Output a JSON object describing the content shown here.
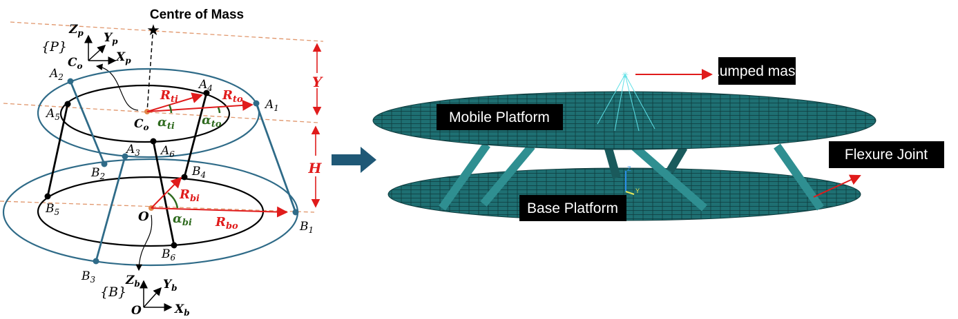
{
  "colors": {
    "blue": "#2f6b88",
    "red": "#e01b1b",
    "green": "#2f6b1f",
    "orange_dashed": "#e0956a",
    "mesh": "#1e6f72",
    "arrow_fill": "#1f5876"
  },
  "left_diagram": {
    "title": "Centre of Mass",
    "platform_frame": {
      "label": "{P}",
      "z": "Z",
      "z_sub": "p",
      "y": "Y",
      "y_sub": "p",
      "x": "X",
      "x_sub": "p",
      "origin": "C",
      "origin_sub": "o"
    },
    "base_frame": {
      "label": "{B}",
      "z": "Z",
      "z_sub": "b",
      "y": "Y",
      "y_sub": "b",
      "x": "X",
      "x_sub": "b",
      "origin": "O"
    },
    "points": [
      {
        "name": "A",
        "sub": "1"
      },
      {
        "name": "A",
        "sub": "2"
      },
      {
        "name": "A",
        "sub": "3"
      },
      {
        "name": "A",
        "sub": "4"
      },
      {
        "name": "A",
        "sub": "5"
      },
      {
        "name": "A",
        "sub": "6"
      },
      {
        "name": "B",
        "sub": "1"
      },
      {
        "name": "B",
        "sub": "2"
      },
      {
        "name": "B",
        "sub": "3"
      },
      {
        "name": "B",
        "sub": "4"
      },
      {
        "name": "B",
        "sub": "5"
      },
      {
        "name": "B",
        "sub": "6"
      }
    ],
    "centre_top": {
      "name": "C",
      "sub": "o"
    },
    "centre_base": {
      "name": "O"
    },
    "radii": {
      "r_ti": {
        "name": "R",
        "sub": "ti"
      },
      "r_to": {
        "name": "R",
        "sub": "to"
      },
      "r_bi": {
        "name": "R",
        "sub": "bi"
      },
      "r_bo": {
        "name": "R",
        "sub": "bo"
      }
    },
    "angles": {
      "a_ti": {
        "name": "α",
        "sub": "ti"
      },
      "a_to": {
        "name": "α",
        "sub": "to"
      },
      "a_bi": {
        "name": "α",
        "sub": "bi"
      }
    },
    "dimensions": {
      "y": "Y",
      "h": "H"
    }
  },
  "right_image": {
    "labels": {
      "lumped_mass": "Lumped mass",
      "mobile_platform": "Mobile Platform",
      "flexure_joint": "Flexure Joint",
      "base_platform": "Base Platform"
    },
    "triad": {
      "z": "Z",
      "y": "Y"
    }
  }
}
